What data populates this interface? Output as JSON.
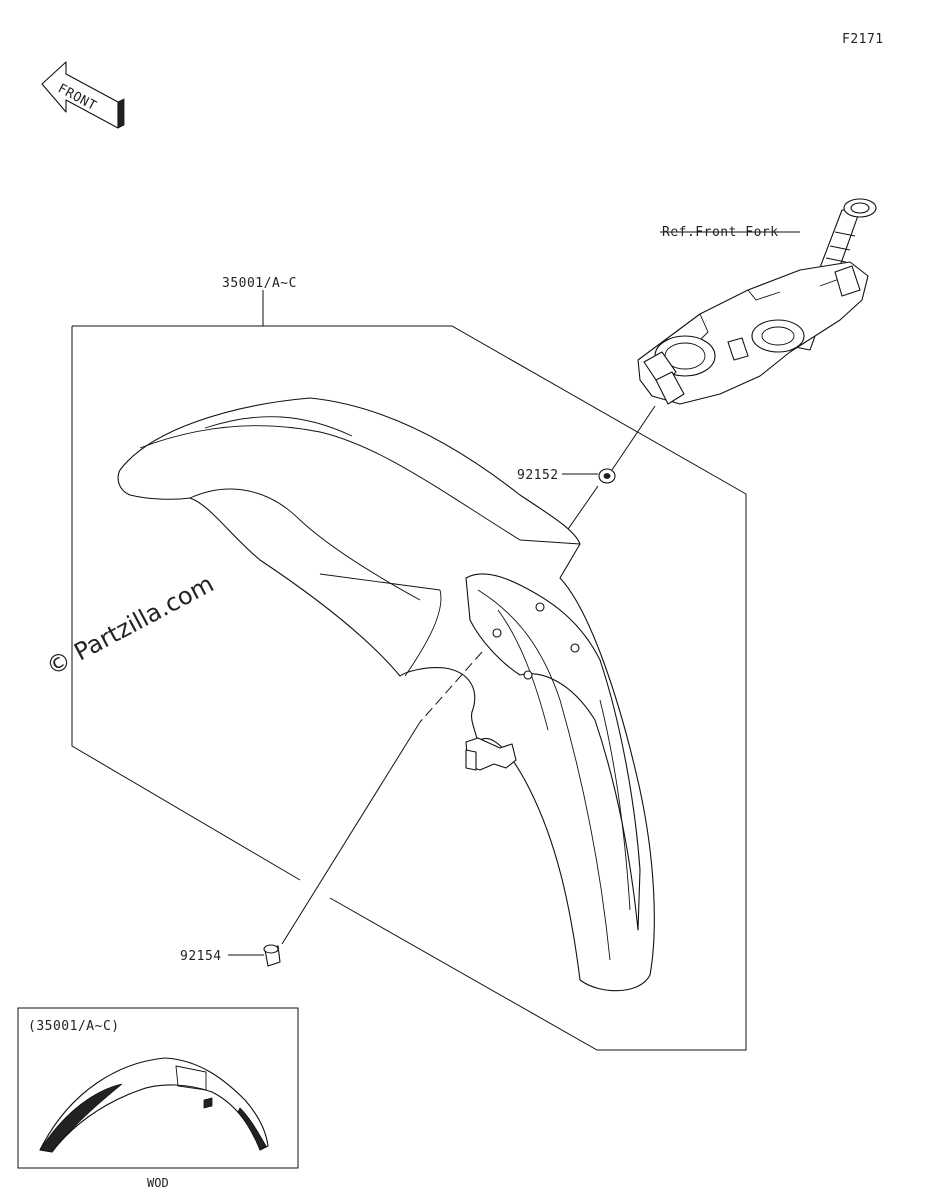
{
  "figure_code": "F2171",
  "direction_label": "FRONT",
  "reference_label": "Ref.Front Fork",
  "parts": {
    "fender": "35001/A~C",
    "upper_fastener": "92152",
    "lower_fastener": "92154"
  },
  "inset": {
    "label": "(35001/A~C)",
    "caption": "WOD"
  },
  "watermark": "© Partzilla.com"
}
